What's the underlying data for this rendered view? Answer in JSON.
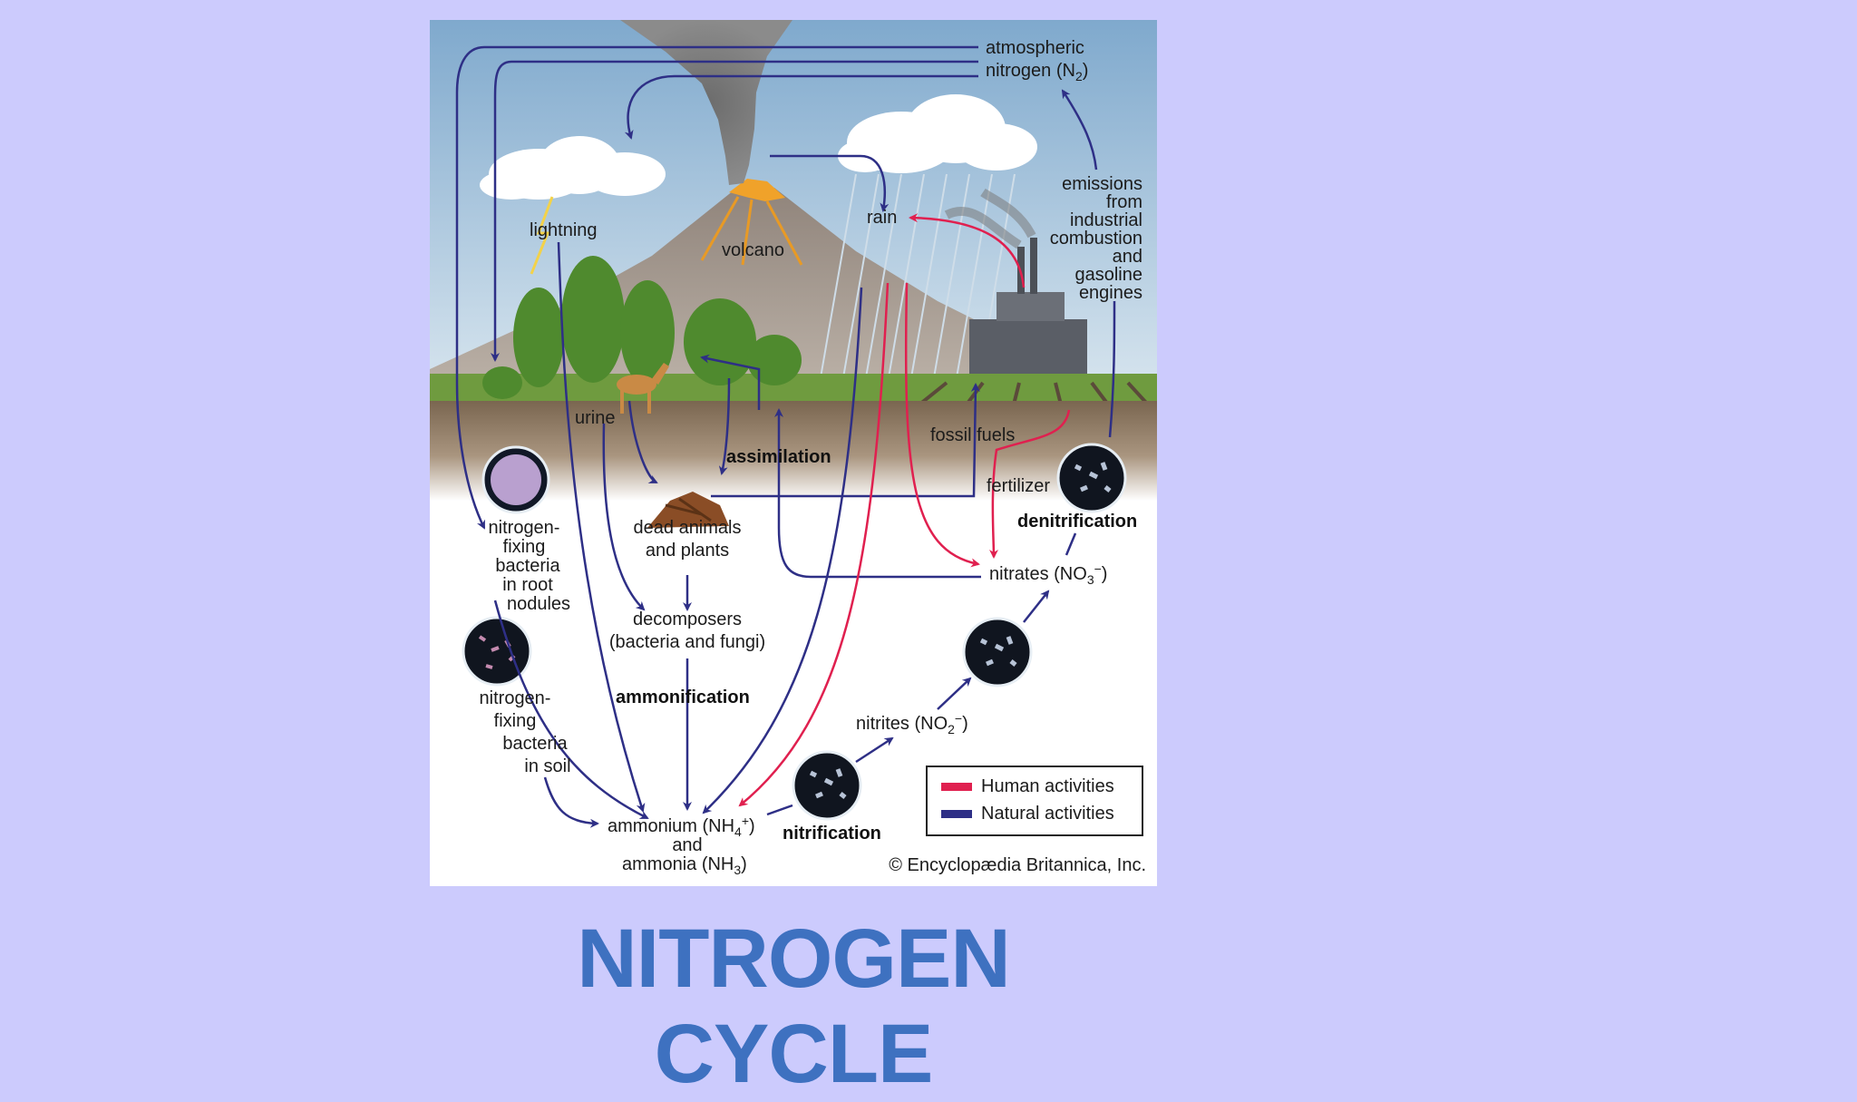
{
  "colors": {
    "page_background": "#cccbfd",
    "title": "#3e71c0",
    "human_arrow": "#e0204f",
    "natural_arrow": "#2e2f86"
  },
  "slide": {
    "title": "NITROGEN CYCLE"
  },
  "figure": {
    "atmosphere": {
      "line1": "atmospheric",
      "line2": "nitrogen (N",
      "sub": "2",
      "close": ")"
    },
    "rain": "rain",
    "lightning": "lightning",
    "volcano": "volcano",
    "emissions": [
      "emissions",
      "from",
      "industrial",
      "combustion",
      "and",
      "gasoline",
      "engines"
    ],
    "urine": "urine",
    "assimilation": "assimilation",
    "fossil_fuels": "fossil fuels",
    "fertilizer": "fertilizer",
    "denitrification": "denitrification",
    "root_bacteria": [
      "nitrogen-",
      "fixing",
      "bacteria",
      "in root",
      "nodules"
    ],
    "dead_matter": [
      "dead animals",
      "and plants"
    ],
    "nitrates": {
      "text": "nitrates (NO",
      "sub": "3",
      "sup": "−",
      "close": ")"
    },
    "decomposers": [
      "decomposers",
      "(bacteria and fungi)"
    ],
    "soil_bacteria": [
      "nitrogen-",
      "fixing",
      "bacteria",
      "in soil"
    ],
    "ammonification": "ammonification",
    "nitrites": {
      "text": "nitrites (NO",
      "sub": "2",
      "sup": "−",
      "close": ")"
    },
    "ammonium": {
      "line1": "ammonium (NH",
      "sub1": "4",
      "sup1": "+",
      "close1": ")",
      "line2": "and",
      "line3": "ammonia (NH",
      "sub3": "3",
      "close3": ")"
    },
    "nitrification": "nitrification",
    "legend": {
      "human": "Human activities",
      "natural": "Natural activities"
    },
    "credit": "© Encyclopædia Britannica, Inc."
  }
}
